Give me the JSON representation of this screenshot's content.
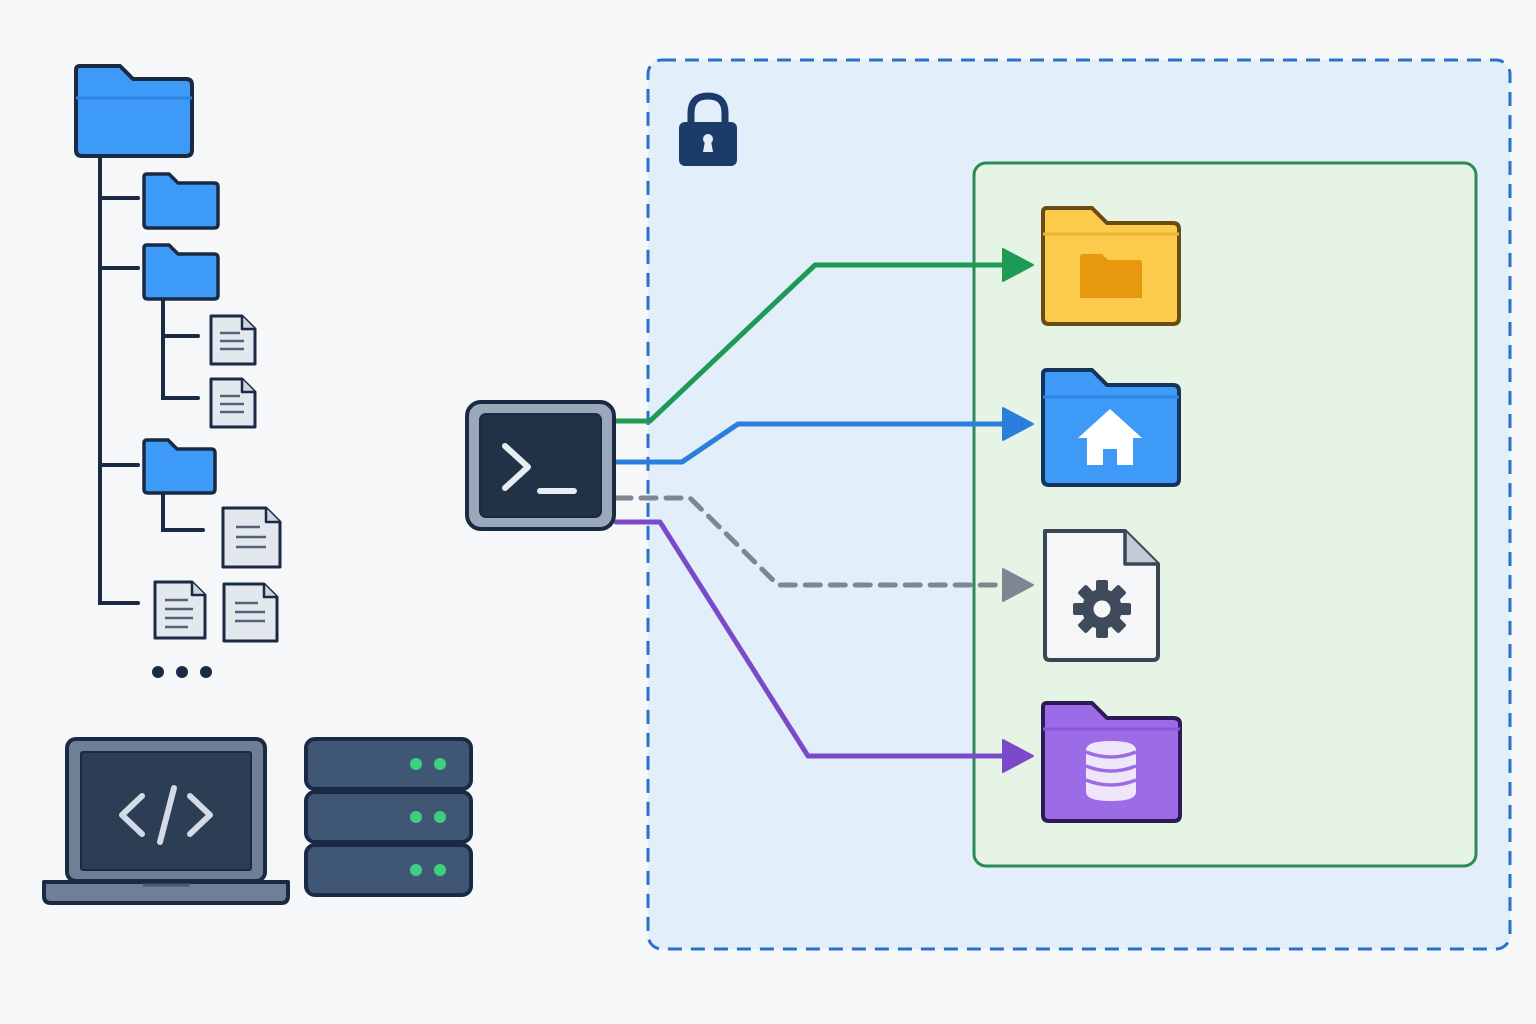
{
  "icons": {
    "root_folder": "folder-icon",
    "sub_folder": "folder-icon",
    "file": "document-icon",
    "more": "ellipsis-icon",
    "laptop": "code-laptop-icon",
    "server": "server-rack-icon",
    "terminal": "terminal-icon",
    "lock": "lock-icon",
    "target_folder": "folder-icon",
    "home_folder": "home-folder-icon",
    "config_file": "settings-file-icon",
    "data_folder": "database-folder-icon"
  },
  "connections": [
    {
      "from": "terminal-icon",
      "to": "folder-icon",
      "color": "#1e9a55",
      "style": "solid"
    },
    {
      "from": "terminal-icon",
      "to": "home-folder-icon",
      "color": "#2a7fdc",
      "style": "solid"
    },
    {
      "from": "terminal-icon",
      "to": "settings-file-icon",
      "color": "#7d8794",
      "style": "dashed"
    },
    {
      "from": "terminal-icon",
      "to": "database-folder-icon",
      "color": "#7a4ac8",
      "style": "solid"
    }
  ],
  "colors": {
    "sandbox_border": "#2a72c8",
    "sandbox_fill": "#e2effb",
    "workspace_border": "#2d8a55",
    "workspace_fill": "#e6f4e6",
    "folder_blue": "#3d9af7",
    "folder_yellow": "#fccb4c",
    "folder_purple": "#9b6ce6",
    "outline": "#1a2a44"
  }
}
